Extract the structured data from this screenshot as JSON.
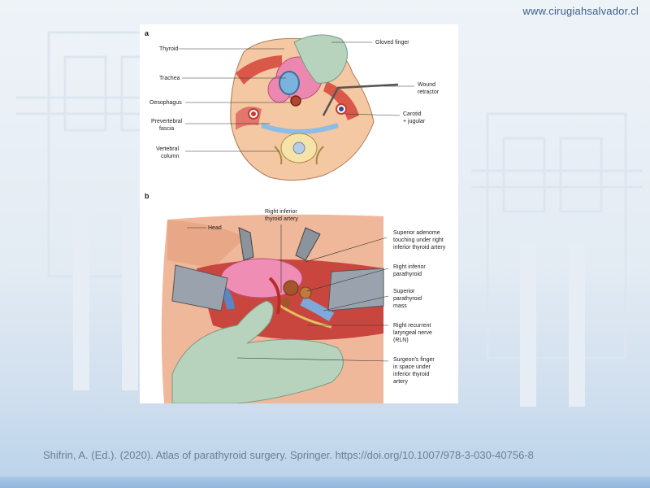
{
  "header": {
    "url": "www.cirugiahsalvador.cl"
  },
  "figure": {
    "panel_a": {
      "letter": "a",
      "labels_left": [
        "Thyroid",
        "Trachea",
        "Oesophagus"
      ],
      "prevertebral": [
        "Prevertebral",
        "fascia"
      ],
      "vertebral": [
        "Vertebral",
        "column"
      ],
      "gloved_finger": "Gloved finger",
      "wound_retractor": [
        "Wound",
        "retractor"
      ],
      "carotid": [
        "Carotid",
        "+ jugular"
      ]
    },
    "panel_b": {
      "letter": "b",
      "head": "Head",
      "right_inferior_thyroid_artery": [
        "Right inferior",
        "thyroid artery"
      ],
      "superior_adenoma": [
        "Superior adenome",
        "touching under right",
        "inferior thyroid artery"
      ],
      "right_inferior_parathyroid": [
        "Right inferior",
        "parathyroid"
      ],
      "superior_parathyroid_mass": [
        "Superior",
        "parathyroid",
        "mass"
      ],
      "rln": [
        "Right recurrent",
        "laryngeal nerve",
        "(RLN)"
      ],
      "surgeons_finger": [
        "Surgeon's finger",
        "in space under",
        "inferior thyroid",
        "artery"
      ]
    }
  },
  "citation": "Shifrin, A. (Ed.). (2020). Atlas of parathyroid surgery. Springer. https://doi.org/10.1007/978-3-030-40756-8"
}
